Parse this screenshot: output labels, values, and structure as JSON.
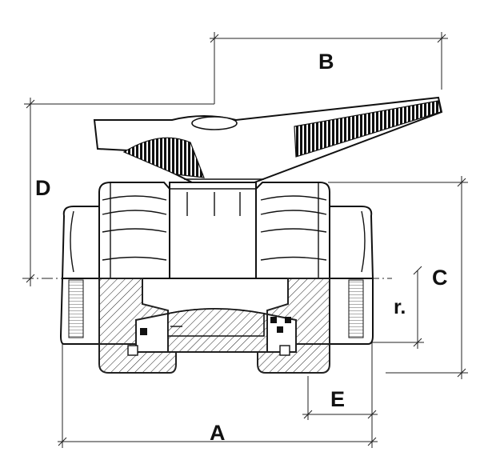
{
  "labels": {
    "a": "A",
    "b": "B",
    "c": "C",
    "d": "D",
    "e": "E",
    "r": "r."
  },
  "colors": {
    "line": "#111111",
    "background": "#ffffff"
  }
}
